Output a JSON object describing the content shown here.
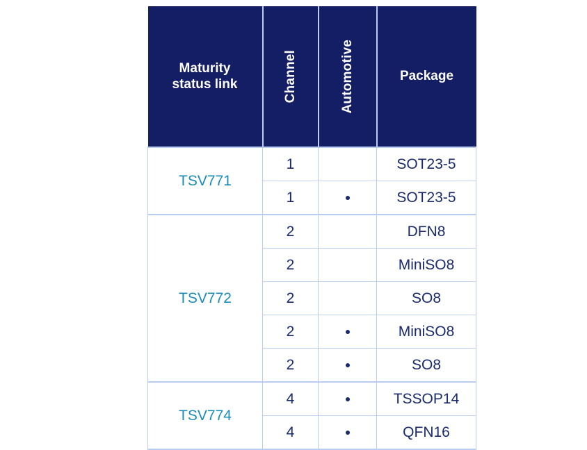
{
  "table": {
    "headers": [
      {
        "label": "Maturity\nstatus link",
        "orientation": "horizontal",
        "name": "maturity-status-link"
      },
      {
        "label": "Channel",
        "orientation": "vertical",
        "name": "channel"
      },
      {
        "label": "Automotive",
        "orientation": "vertical",
        "name": "automotive"
      },
      {
        "label": "Package",
        "orientation": "horizontal",
        "name": "package"
      }
    ],
    "header_line1": "Maturity",
    "header_line2": "status link",
    "header_channel": "Channel",
    "header_automotive": "Automotive",
    "header_package": "Package",
    "groups": [
      {
        "link": "TSV771",
        "rows": [
          {
            "channel": "1",
            "automotive": "",
            "package": "SOT23-5"
          },
          {
            "channel": "1",
            "automotive": "•",
            "package": "SOT23-5"
          }
        ]
      },
      {
        "link": "TSV772",
        "rows": [
          {
            "channel": "2",
            "automotive": "",
            "package": "DFN8"
          },
          {
            "channel": "2",
            "automotive": "",
            "package": "MiniSO8"
          },
          {
            "channel": "2",
            "automotive": "",
            "package": "SO8"
          },
          {
            "channel": "2",
            "automotive": "•",
            "package": "MiniSO8"
          },
          {
            "channel": "2",
            "automotive": "•",
            "package": "SO8"
          }
        ]
      },
      {
        "link": "TSV774",
        "rows": [
          {
            "channel": "4",
            "automotive": "•",
            "package": "TSSOP14"
          },
          {
            "channel": "4",
            "automotive": "•",
            "package": "QFN16"
          }
        ]
      }
    ]
  },
  "colors": {
    "header_background": "#141e64",
    "header_text": "#ffffff",
    "body_text": "#1a2b6d",
    "link_text": "#1a8cb8",
    "border": "#b9cdf0",
    "inner_border": "#c3d4f2",
    "page_background": "#ffffff"
  }
}
